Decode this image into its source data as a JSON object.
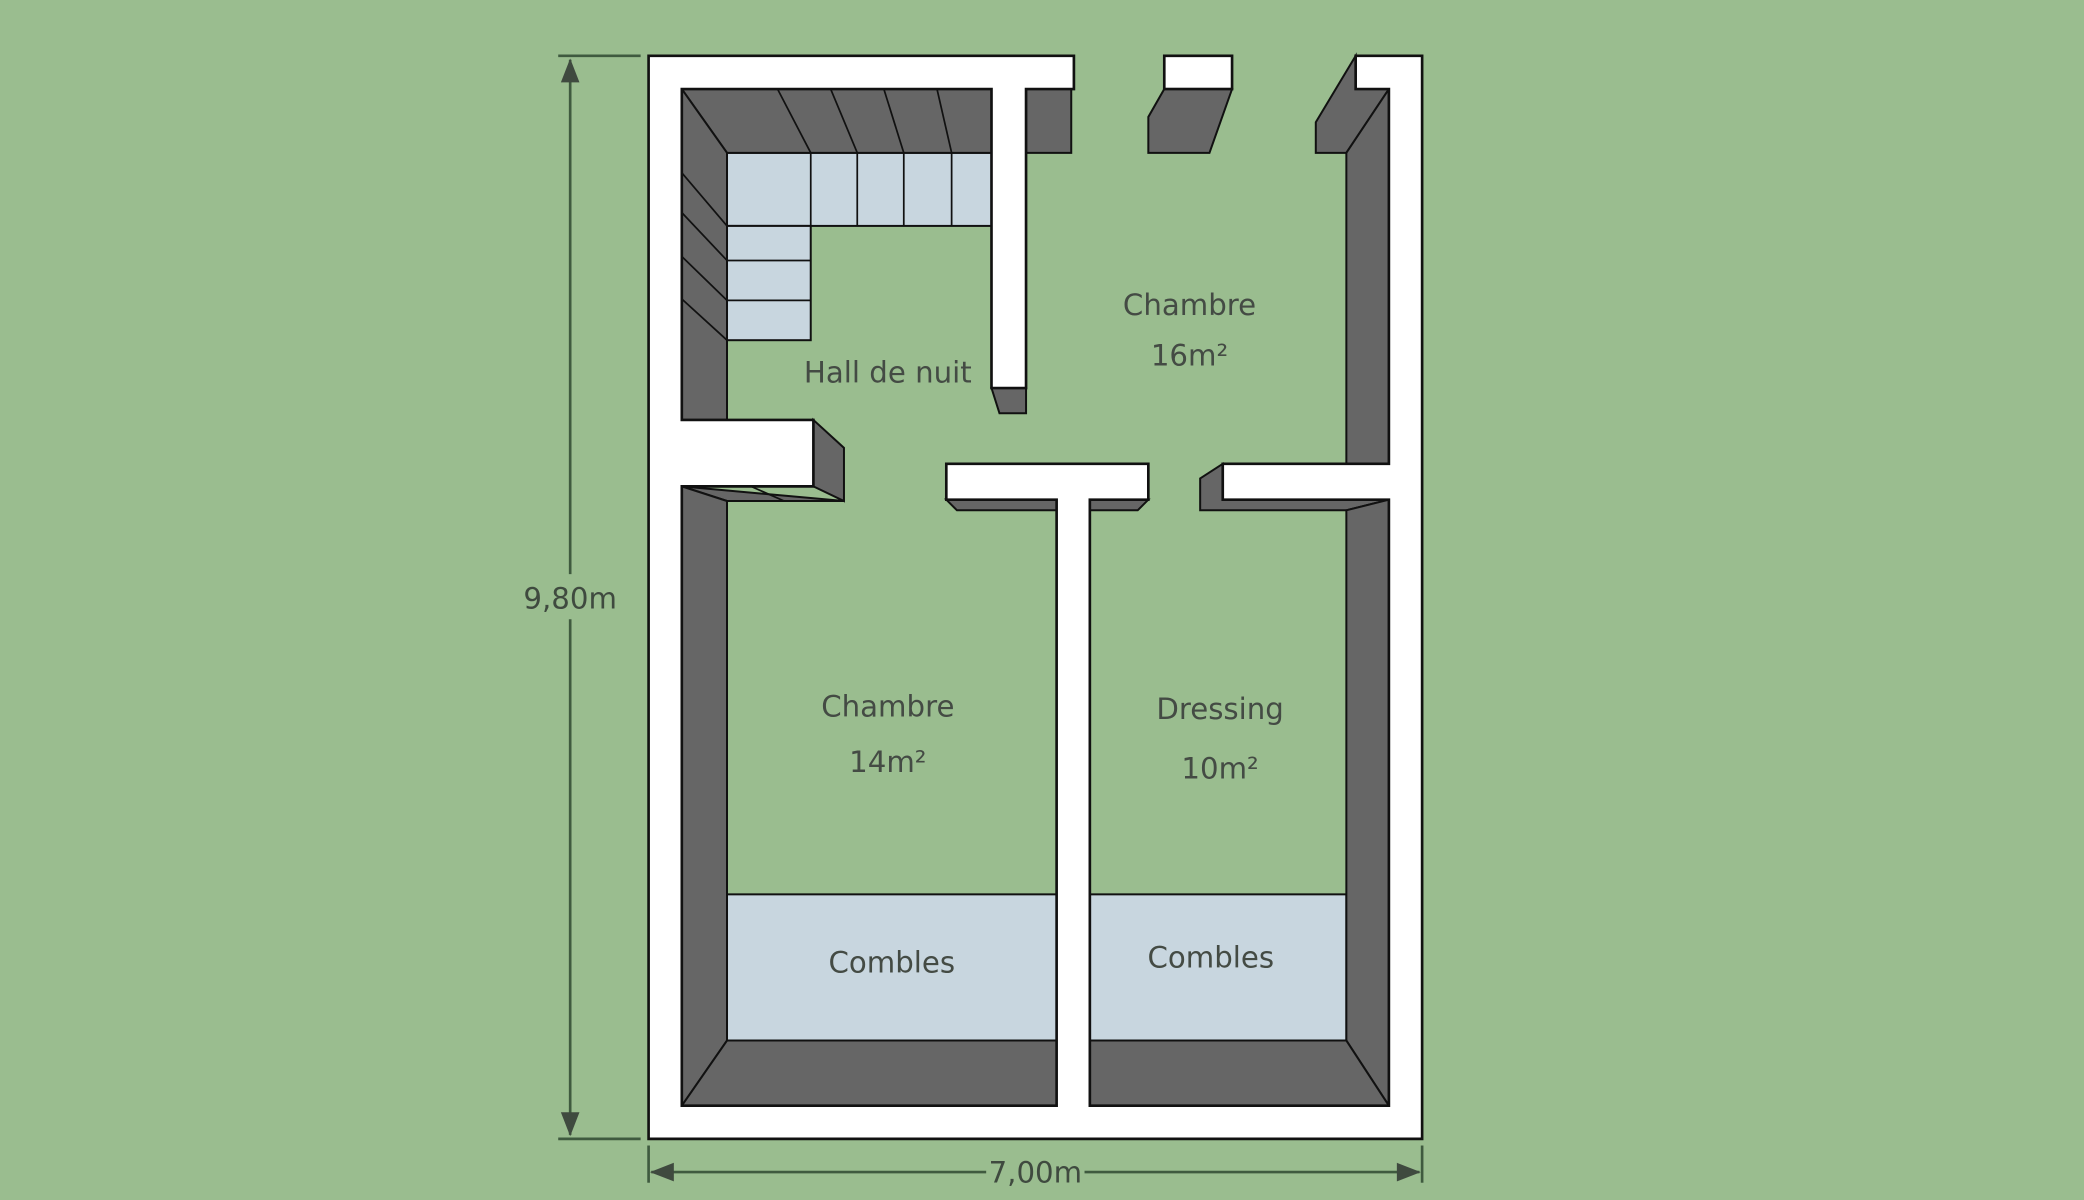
{
  "plan": {
    "dimensions": {
      "height": "9,80m",
      "width": "7,00m"
    },
    "rooms": [
      {
        "name": "Hall de nuit",
        "area": ""
      },
      {
        "name": "Chambre",
        "area": "16m²"
      },
      {
        "name": "Chambre",
        "area": "14m²"
      },
      {
        "name": "Dressing",
        "area": "10m²"
      },
      {
        "name": "Combles",
        "area": ""
      },
      {
        "name": "Combles",
        "area": ""
      }
    ]
  },
  "colors": {
    "background": "#9abd8f",
    "wall_top": "#ffffff",
    "wall_side": "#666666",
    "stairs_attic": "#c8d6df"
  }
}
